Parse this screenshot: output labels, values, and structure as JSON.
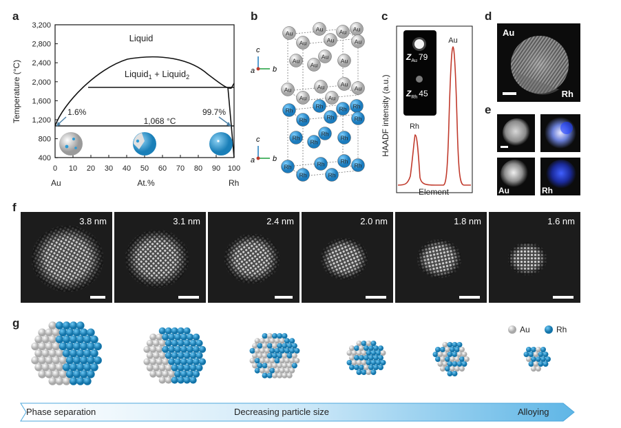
{
  "panels": {
    "a": "a",
    "b": "b",
    "c": "c",
    "d": "d",
    "e": "e",
    "f": "f",
    "g": "g"
  },
  "phase_diagram": {
    "ylabel": "Temperature (°C)",
    "yticks": [
      "3,200",
      "2,800",
      "2,400",
      "2,000",
      "1,600",
      "1,200",
      "800",
      "400"
    ],
    "xticks": [
      "0",
      "10",
      "20",
      "30",
      "40",
      "50",
      "60",
      "70",
      "80",
      "90",
      "100"
    ],
    "xlabel": "At.%",
    "left_end": "Au",
    "right_end": "Rh",
    "region_liquid": "Liquid",
    "region_two_liquid_main": "Liquid",
    "region_two_liquid_sub1": "1",
    "region_two_liquid_plus": " + Liquid",
    "region_two_liquid_sub2": "2",
    "left_limit": "1.6%",
    "right_limit": "99.7%",
    "eutectic_temp": "1,068 °C"
  },
  "crystal": {
    "axis_c": "c",
    "axis_a": "a",
    "axis_b": "b",
    "au_label": "Au",
    "rh_label": "Rh",
    "au_color": "#d9d9d9",
    "rh_color": "#2b9ad6"
  },
  "haadf": {
    "ylabel": "HAADF intensity (a.u.)",
    "xlabel": "Element",
    "peak_rh": "Rh",
    "peak_au": "Au",
    "z_symbol": "Z",
    "z_au_sub": "Au",
    "z_au_value": "79",
    "z_rh_sub": "Rh",
    "z_rh_value": "45",
    "line_color": "#c0392b"
  },
  "panel_d": {
    "au": "Au",
    "rh": "Rh"
  },
  "panel_e": {
    "au": "Au",
    "rh": "Rh",
    "map_color": "#2040ff"
  },
  "sizes": [
    "3.8 nm",
    "3.1 nm",
    "2.4 nm",
    "2.0 nm",
    "1.8 nm",
    "1.6 nm"
  ],
  "legend": {
    "au": "Au",
    "rh": "Rh"
  },
  "arrow": {
    "left": "Phase separation",
    "middle": "Decreasing particle size",
    "right": "Alloying"
  }
}
